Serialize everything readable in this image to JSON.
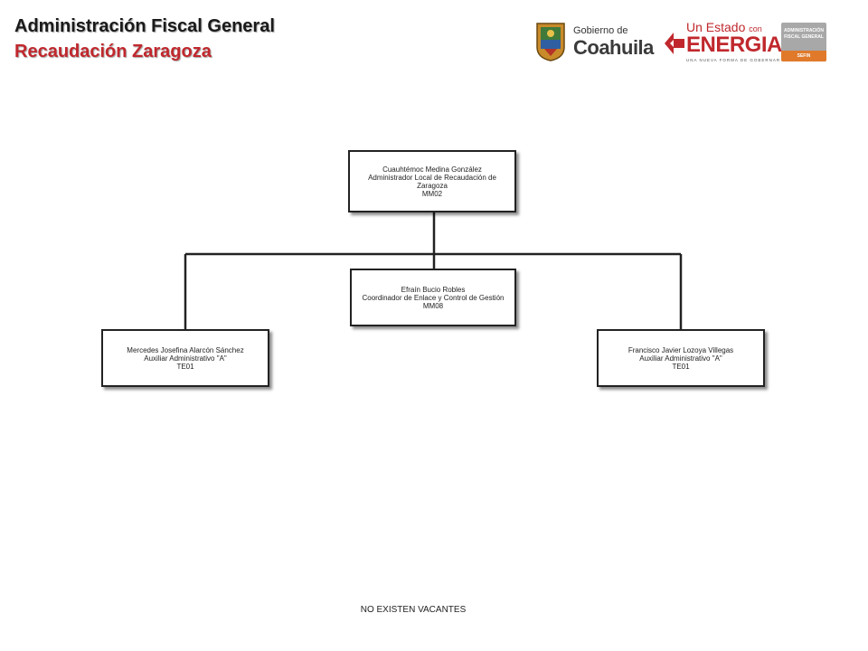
{
  "header": {
    "title": "Administración Fiscal General",
    "subtitle": "Recaudación Zaragoza"
  },
  "logos": {
    "coahuila": {
      "small_text": "Gobierno de",
      "big_text": "Coahuila",
      "icon": "state-shield-icon"
    },
    "energia": {
      "top_text": "Un Estado",
      "top_small": "con",
      "big_text": "ENERGIA",
      "tagline": "UNA NUEVA FORMA DE GOBERNAR",
      "icon": "energia-flag-icon",
      "color": "#c0282d"
    },
    "afg": {
      "line1": "ADMINISTRACIÓN",
      "line2": "FISCAL GENERAL",
      "badge": "SEFIN",
      "bg_color": "#a8a8a8",
      "badge_color": "#e07a2a"
    }
  },
  "org_chart": {
    "top": {
      "name": "Cuauhtémoc Medina González",
      "position": "Administrador Local de Recaudación de Zaragoza",
      "code": "MM02"
    },
    "staff": {
      "name": "Efraín Bucio Robles",
      "position": "Coordinador de Enlace y Control de Gestión",
      "code": "MM08"
    },
    "left": {
      "name": "Mercedes Josefina Alarcón Sánchez",
      "position": "Auxiliar Administrativo \"A\"",
      "code": "TE01"
    },
    "right": {
      "name": "Francisco Javier Lozoya Villegas",
      "position": "Auxiliar Administrativo \"A\"",
      "code": "TE01"
    }
  },
  "footer": {
    "text": "NO EXISTEN  VACANTES"
  }
}
